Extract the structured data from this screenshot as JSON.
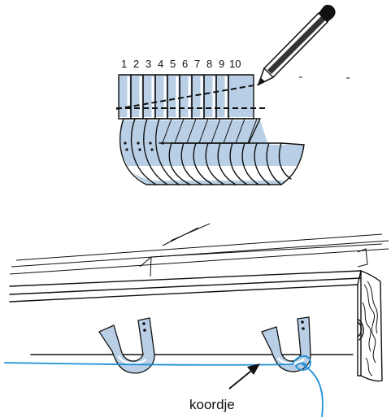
{
  "figure": {
    "strap_numbers": [
      "1",
      "2",
      "3",
      "4",
      "5",
      "6",
      "7",
      "8",
      "9",
      "10"
    ],
    "callout_label": "koordje"
  },
  "colors": {
    "strap_fill": "#b8cfe6",
    "cord": "#1d8fd6",
    "ink": "#111111"
  }
}
